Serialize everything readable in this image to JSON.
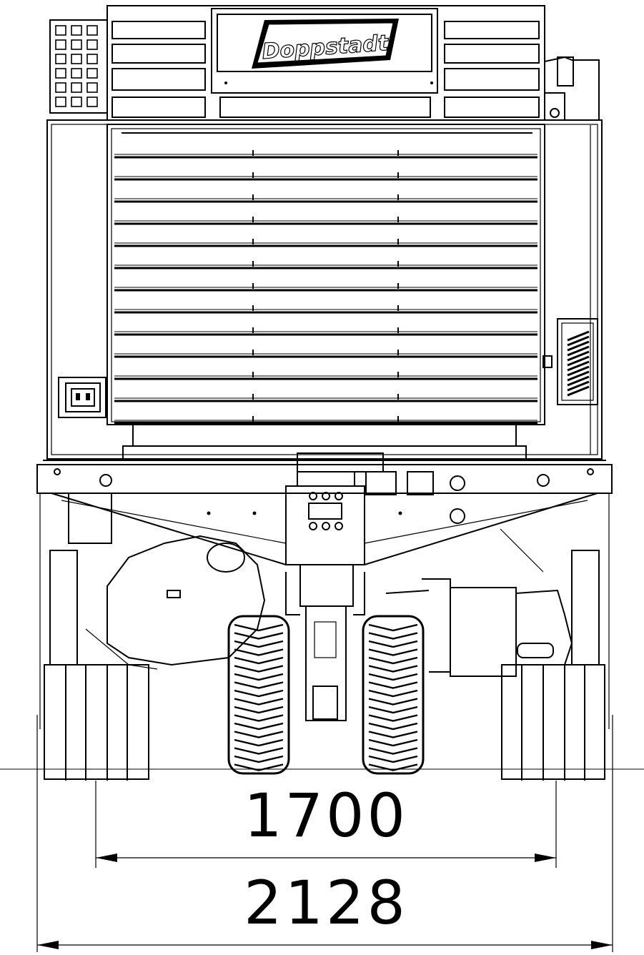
{
  "logo": {
    "text": "Doppstadt"
  },
  "dimensions": {
    "track_width": "1700",
    "overall_width": "2128"
  },
  "colors": {
    "line": "#000000",
    "background": "#ffffff"
  }
}
